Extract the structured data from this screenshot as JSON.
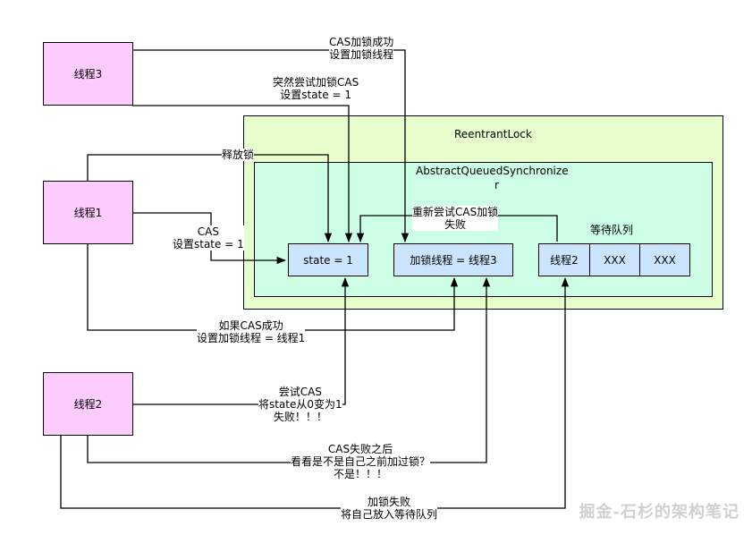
{
  "containers": {
    "reentrant_lock": "ReentrantLock",
    "aqs_line1": "AbstractQueuedSynchronize",
    "aqs_line2": "r",
    "queue_title": "等待队列"
  },
  "threads": {
    "thread3": "线程3",
    "thread1": "线程1",
    "thread2": "线程2"
  },
  "cells": {
    "state": "state = 1",
    "lock_thread": "加锁线程 = 线程3",
    "queue_item1": "线程2",
    "queue_item2": "XXX",
    "queue_item3": "XXX"
  },
  "labels": {
    "cas_success_line1": "CAS加锁成功",
    "cas_success_line2": "设置加锁线程",
    "sudden_line1": "突然尝试加锁CAS",
    "sudden_line2": "设置state = 1",
    "release": "释放锁",
    "retry_line1": "重新尝试CAS加锁",
    "retry_line2": "失败",
    "t1_cas_line1": "CAS",
    "t1_cas_line2": "设置state = 1",
    "if_success_line1": "如果CAS成功",
    "if_success_line2": "设置加锁线程 = 线程1",
    "t2_try_line1": "尝试CAS",
    "t2_try_line2": "将state从0变为1",
    "t2_try_line3": "失败！！！",
    "after_fail_line1": "CAS失败之后",
    "after_fail_line2": "看看是不是自己之前加过锁？",
    "after_fail_line3": "不是！！！",
    "enqueue_line1": "加锁失败",
    "enqueue_line2": "将自己放入等待队列"
  },
  "watermark": "掘金-石杉的架构笔记"
}
